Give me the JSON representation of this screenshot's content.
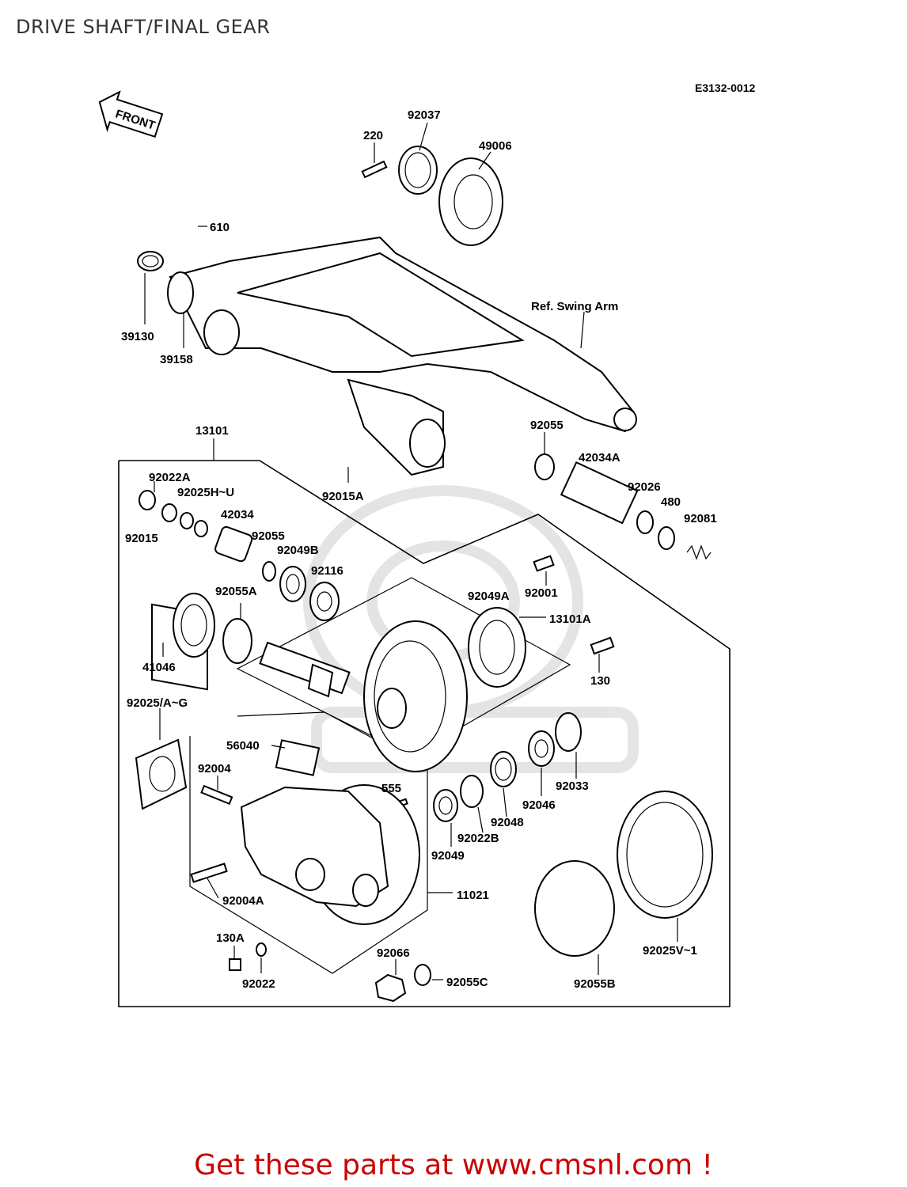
{
  "page": {
    "title": "DRIVE SHAFT/FINAL GEAR",
    "diagram_code": "E3132-0012",
    "front_label": "FRONT",
    "ref_label": "Ref. Swing Arm",
    "footer_ad": "Get these parts at www.cmsnl.com !"
  },
  "parts": {
    "p220": "220",
    "p92037": "92037",
    "p49006": "49006",
    "p610": "610",
    "p39130": "39130",
    "p39158": "39158",
    "p13101": "13101",
    "p92055_top": "92055",
    "p42034A": "42034A",
    "p92026": "92026",
    "p480": "480",
    "p92081": "92081",
    "p92022A": "92022A",
    "p92025HU": "92025H~U",
    "p42034": "42034",
    "p92015": "92015",
    "p92055_mid": "92055",
    "p92049B": "92049B",
    "p92116": "92116",
    "p92015A": "92015A",
    "p92001": "92001",
    "p92049A": "92049A",
    "p13101A": "13101A",
    "p92055A": "92055A",
    "p41046": "41046",
    "p130": "130",
    "p92025AG": "92025/A~G",
    "p56040": "56040",
    "p92004": "92004",
    "p555": "555",
    "p92033": "92033",
    "p92046": "92046",
    "p92048": "92048",
    "p92022B": "92022B",
    "p92049": "92049",
    "p11021": "11021",
    "p92004A": "92004A",
    "p130A": "130A",
    "p92022": "92022",
    "p92066": "92066",
    "p92055C": "92055C",
    "p92055B": "92055B",
    "p92025V1": "92025V~1"
  }
}
